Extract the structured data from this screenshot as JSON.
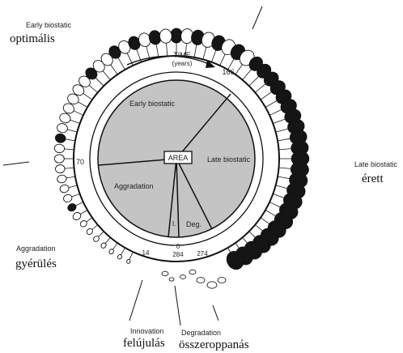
{
  "time_label": "TIME",
  "time_units": "(years)",
  "center_label": "AREA",
  "sector_labels": {
    "early": "Early biostatic",
    "late": "Late biostatic",
    "aggradation": "Aggradation",
    "innovation_short": "I.",
    "degradation_short": "Deg."
  },
  "ticks": {
    "t0": "0",
    "t14": "14",
    "t70": "70",
    "t166": "166",
    "t274": "274",
    "t284": "284"
  },
  "outer_labels": {
    "early_en": "Early biostatic",
    "early_hu": "optimális",
    "late_en": "Late biostatic",
    "late_hu": "érett",
    "aggradation_en": "Aggradation",
    "aggradation_hu": "gyérülés",
    "innovation_en": "Innovation",
    "innovation_hu": "felújulás",
    "degradation_en": "Degradation",
    "degradation_hu": "összeroppanás"
  },
  "colors": {
    "area_fill": "#c4c4c4",
    "ink": "#111111",
    "crown_light": "#ffffff",
    "crown_dark": "#151515"
  }
}
